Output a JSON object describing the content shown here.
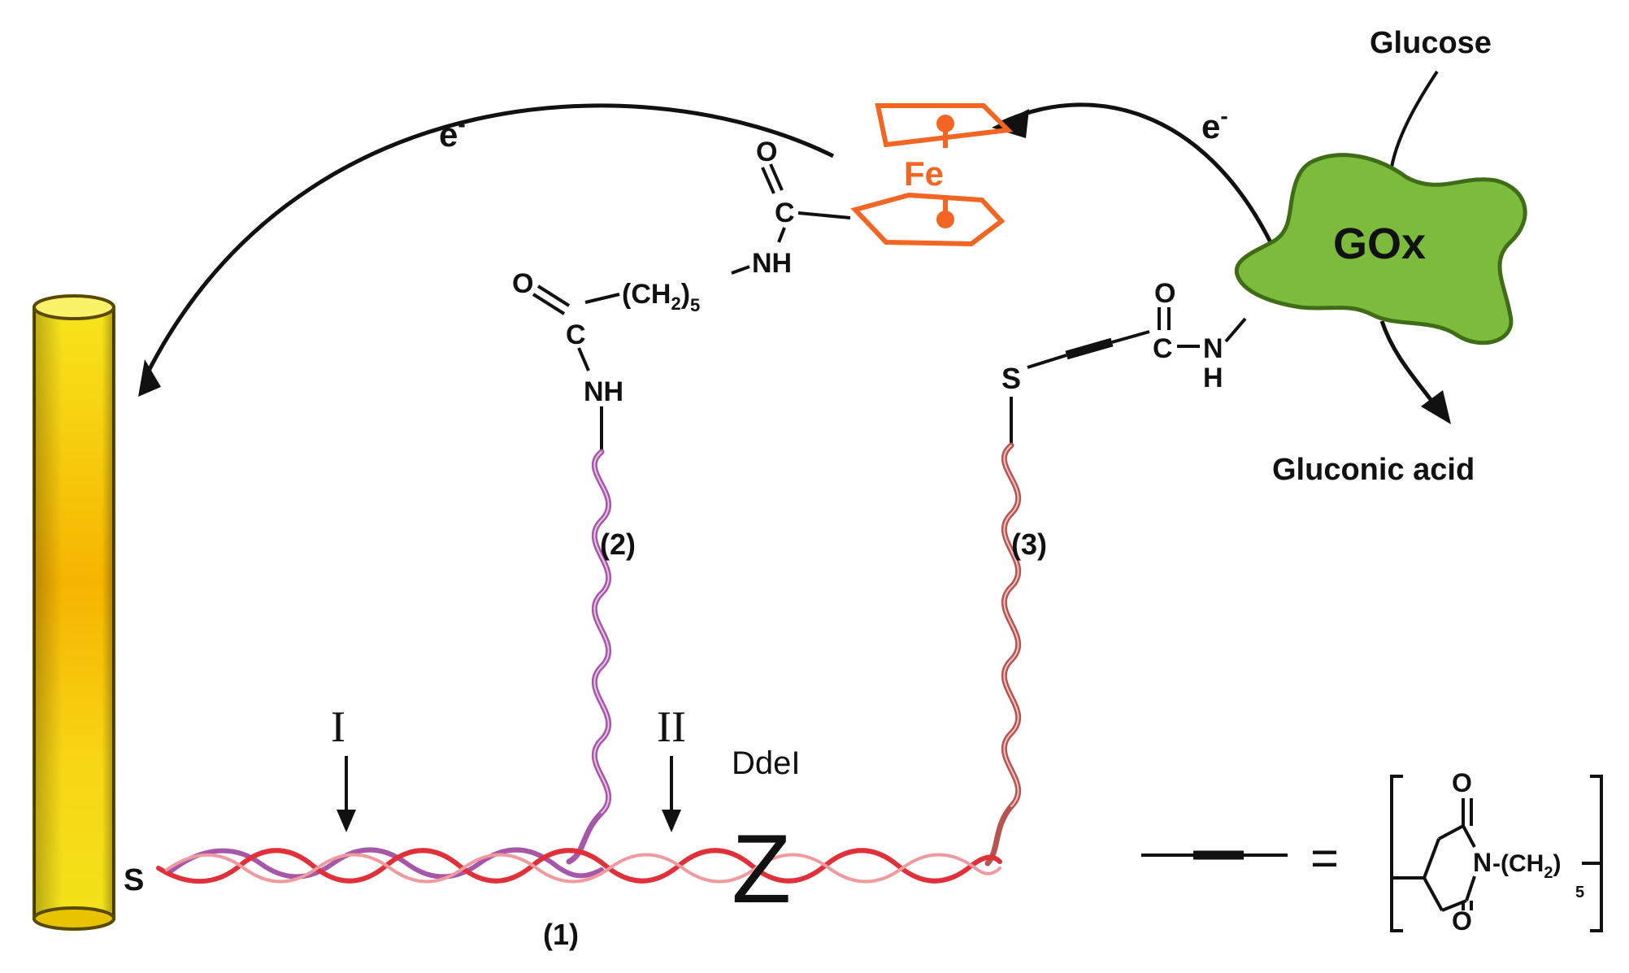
{
  "labels": {
    "glucose": "Glucose",
    "gluconic_acid": "Gluconic acid",
    "enzyme": "GOx",
    "iron": "Fe",
    "electron_left": "e",
    "electron_right": "e",
    "electron_sign": "-",
    "sulfur_electrode": "S",
    "sulfur_linker": "S",
    "carbonyl_o": "O",
    "carbon": "C",
    "nh": "NH",
    "n": "N",
    "h": "H",
    "ch2": "(CH",
    "sub2": "2",
    "sub5": "5",
    "strand_1": "(1)",
    "strand_2": "(2)",
    "strand_3": "(3)",
    "site_1": "I",
    "site_2": "II",
    "enzyme_site": "DdeI",
    "z_mark": "Z",
    "equals": "="
  },
  "colors": {
    "ferrocene": "#f26522",
    "enzyme_fill": "#7dbb3c",
    "strand_red": "#e0303a",
    "strand_pink": "#f09aa0",
    "strand_purple": "#a757a8",
    "strand_brown": "#b85450",
    "electrode_yellow": "#f5e21a",
    "electrode_orange": "#f6b100",
    "ink": "#111111"
  }
}
